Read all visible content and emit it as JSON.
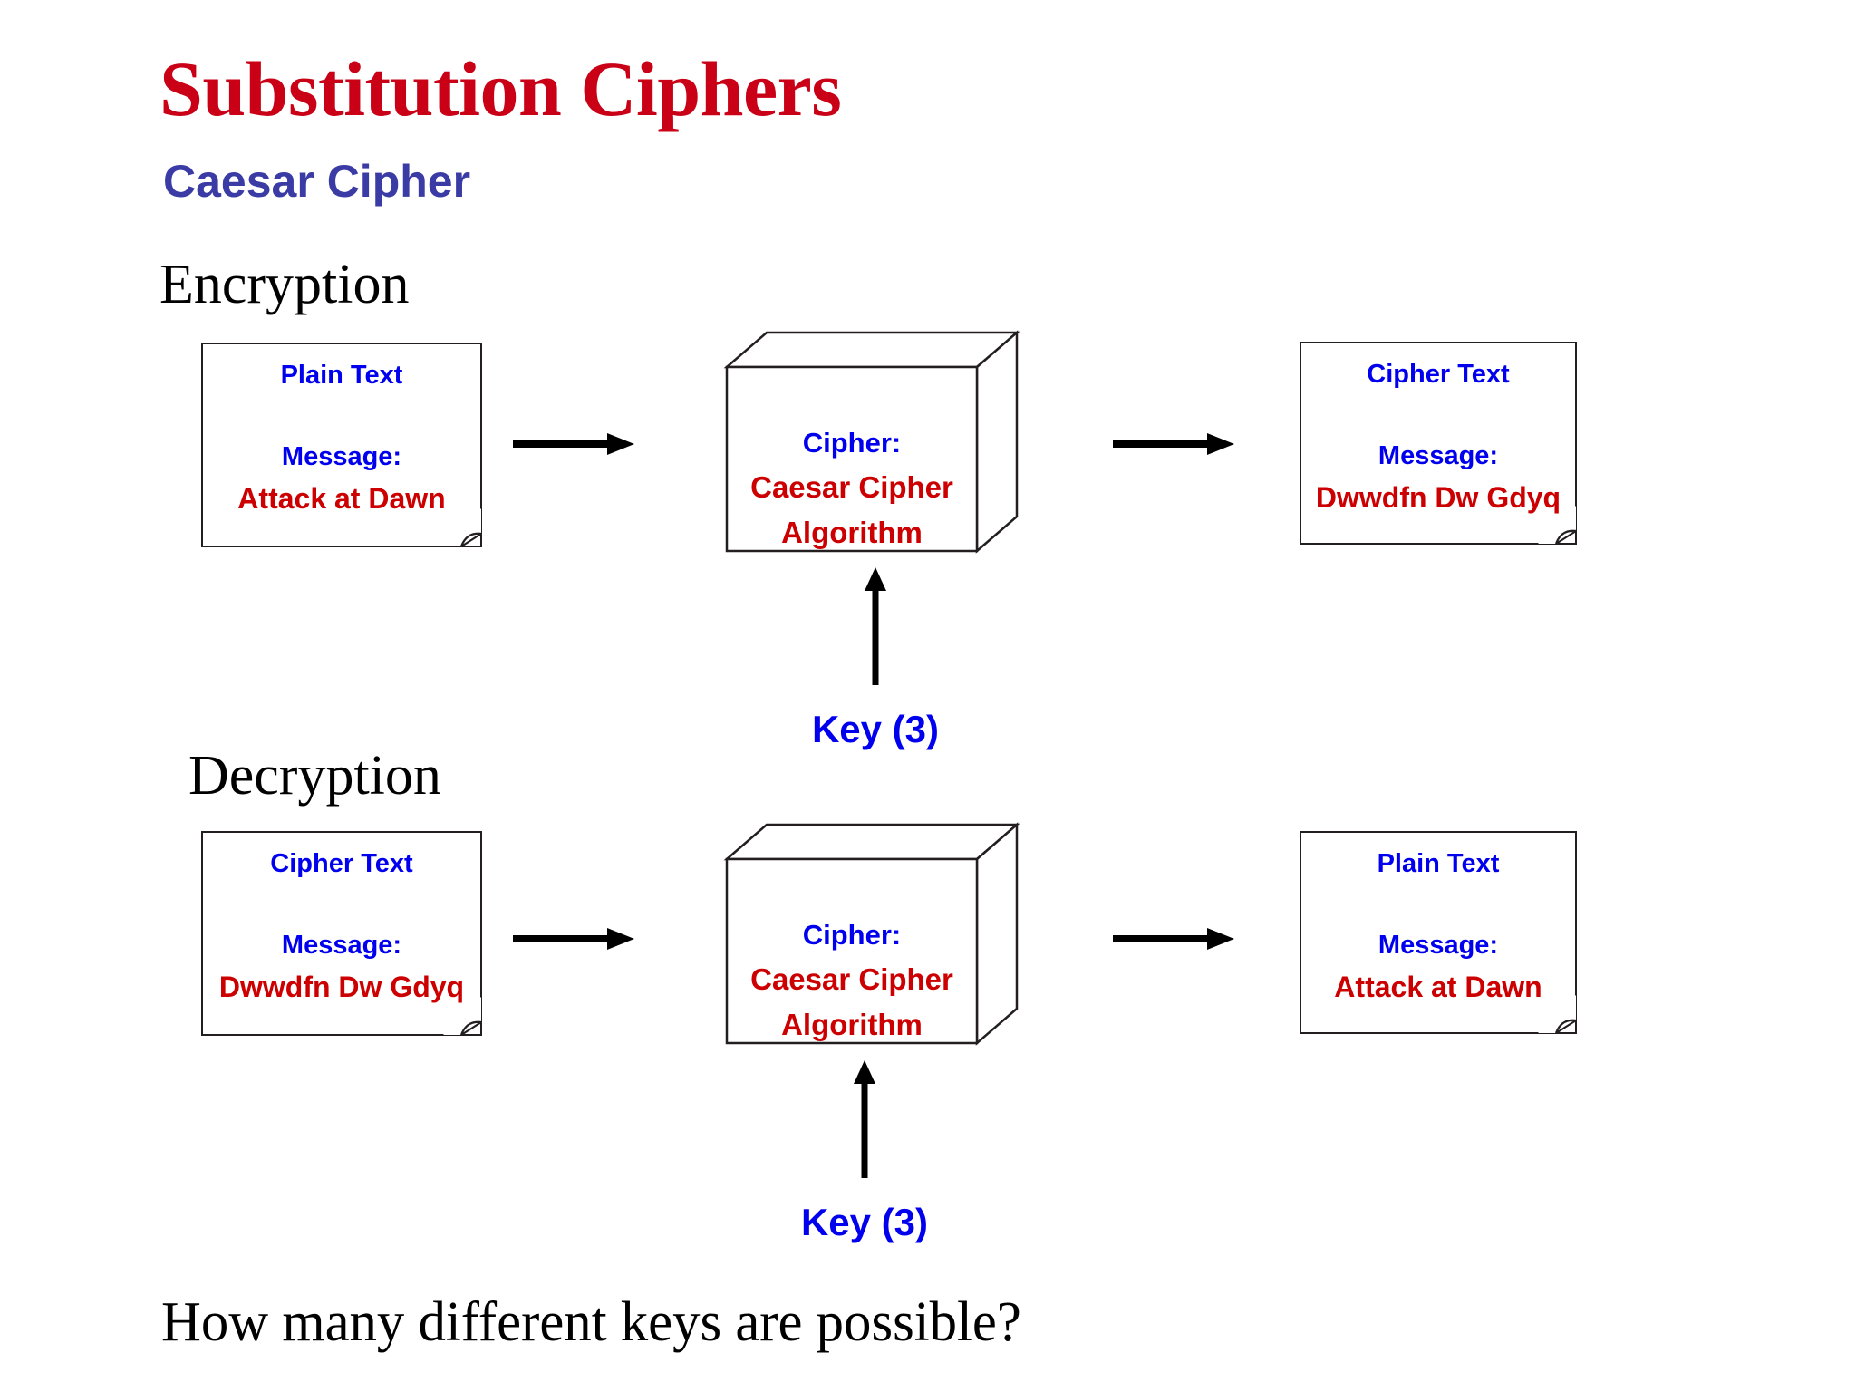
{
  "slide": {
    "title": "Substitution Ciphers",
    "subtitle": "Caesar Cipher",
    "closing_question": "How many different keys are possible?",
    "colors": {
      "title_red": "#C90016",
      "subtitle_blue": "#3B3BA5",
      "label_blue": "#0000EE",
      "body_red": "#CC0000",
      "outline": "#231f20",
      "background": "#ffffff"
    }
  },
  "sections": [
    {
      "label": "Encryption",
      "input_doc": {
        "heading": "Plain Text",
        "message_label": "Message:",
        "message_value": "Attack at Dawn"
      },
      "cipher_box": {
        "line1": "Cipher:",
        "line2": "Caesar Cipher",
        "line3": "Algorithm"
      },
      "output_doc": {
        "heading": "Cipher Text",
        "message_label": "Message:",
        "message_value": "Dwwdfn Dw Gdyq"
      },
      "key_label": "Key (3)"
    },
    {
      "label": "Decryption",
      "input_doc": {
        "heading": "Cipher Text",
        "message_label": "Message:",
        "message_value": "Dwwdfn Dw Gdyq"
      },
      "cipher_box": {
        "line1": "Cipher:",
        "line2": "Caesar Cipher",
        "line3": "Algorithm"
      },
      "output_doc": {
        "heading": "Plain Text",
        "message_label": "Message:",
        "message_value": "Attack at Dawn"
      },
      "key_label": "Key (3)"
    }
  ]
}
